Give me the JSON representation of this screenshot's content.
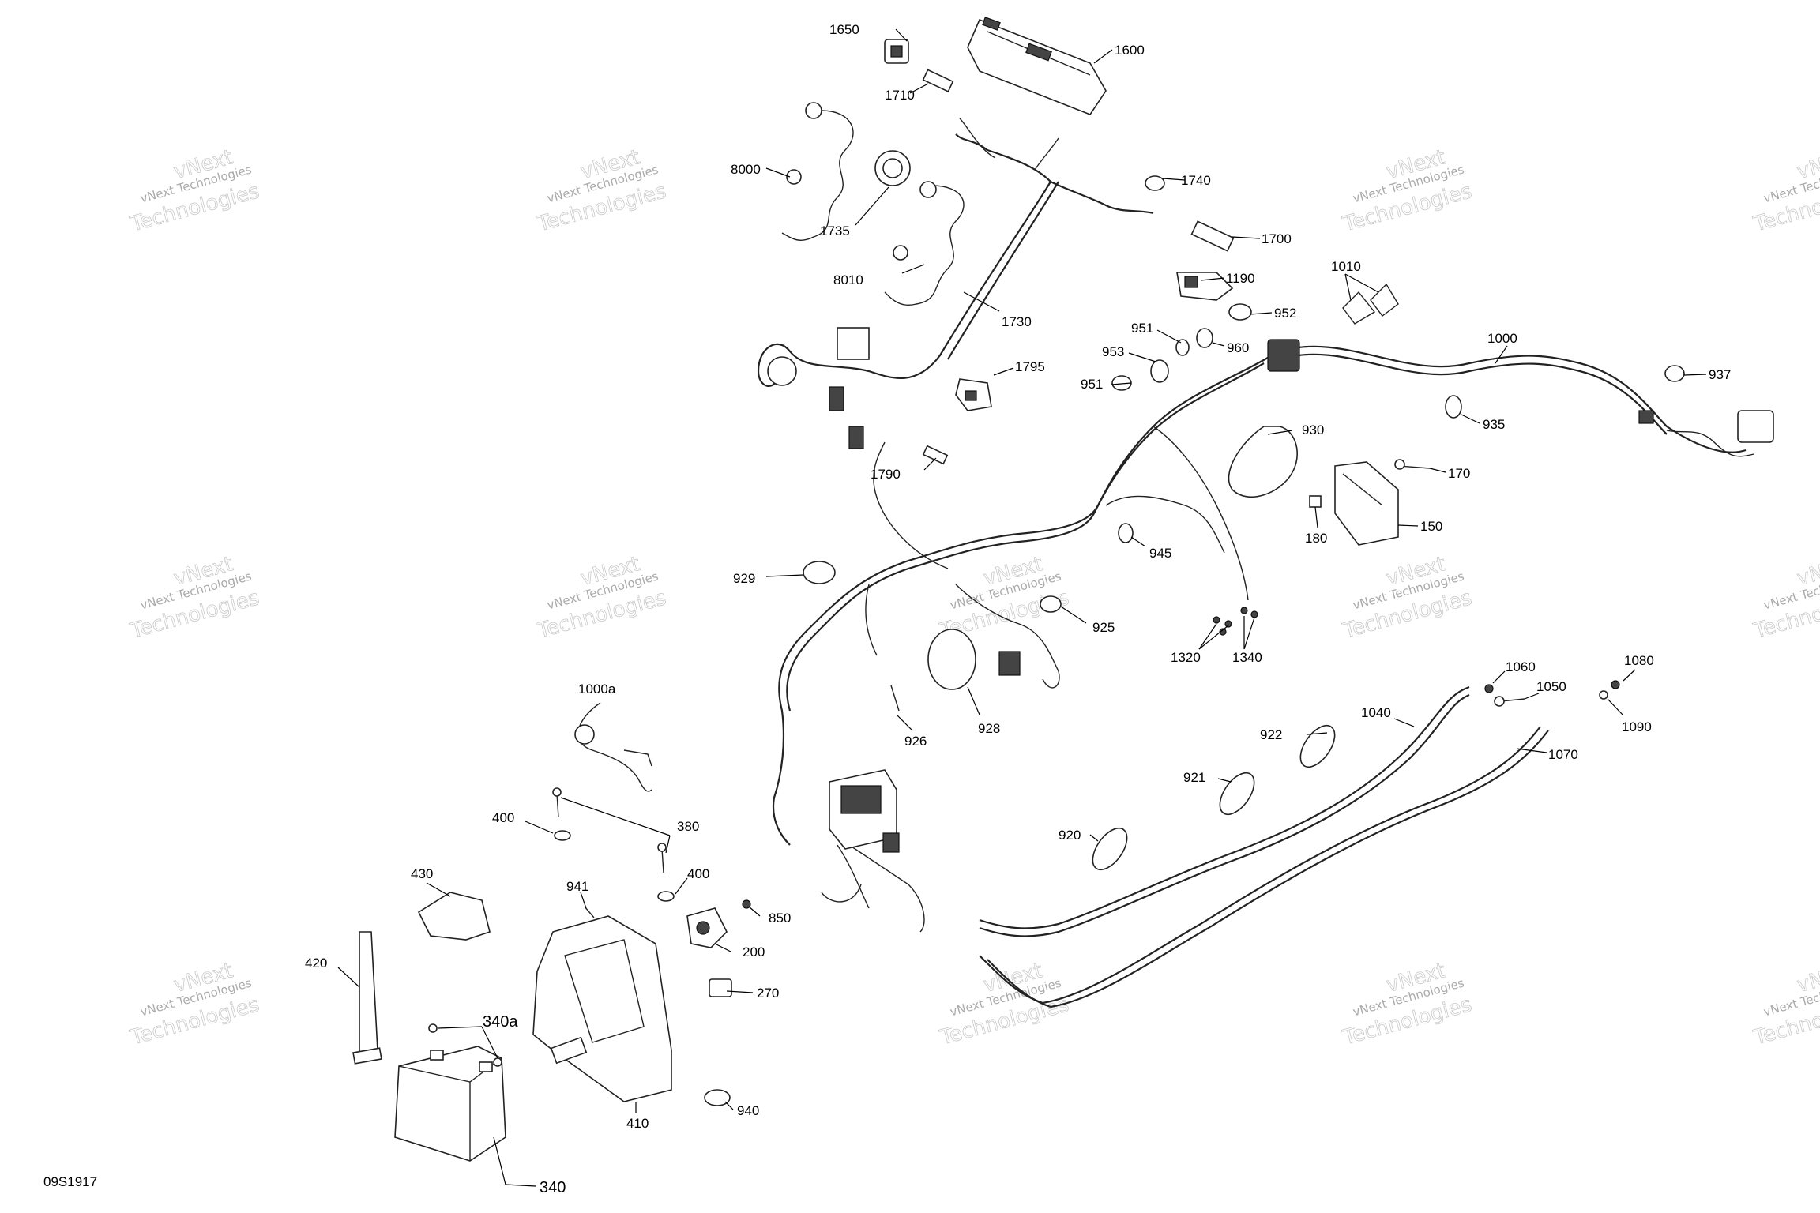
{
  "diagram": {
    "code": "09S1917",
    "watermark": {
      "line1": "vNext Technologies",
      "line2": "vNext",
      "line3": "Technologies"
    },
    "labels": {
      "l1650": "1650",
      "l1600": "1600",
      "l1710": "1710",
      "l8000": "8000",
      "l1735": "1735",
      "l1740": "1740",
      "l1700": "1700",
      "l8010": "8010",
      "l1730": "1730",
      "l1010": "1010",
      "l1190": "1190",
      "l952": "952",
      "l951a": "951",
      "l960": "960",
      "l953": "953",
      "l951b": "951",
      "l1000": "1000",
      "l937": "937",
      "l1795": "1795",
      "l935": "935",
      "l930": "930",
      "l1790": "1790",
      "l170": "170",
      "l180": "180",
      "l150": "150",
      "l945": "945",
      "l929": "929",
      "l925": "925",
      "l1320": "1320",
      "l1340": "1340",
      "l1060": "1060",
      "l1080": "1080",
      "l1050": "1050",
      "l1090": "1090",
      "l1000a": "1000a",
      "l1040": "1040",
      "l926": "926",
      "l928": "928",
      "l922": "922",
      "l1070": "1070",
      "l921": "921",
      "l400a": "400",
      "l380": "380",
      "l920": "920",
      "l430": "430",
      "l941": "941",
      "l400b": "400",
      "l850": "850",
      "l420": "420",
      "l200": "200",
      "l270": "270",
      "l340a": "340a",
      "l410": "410",
      "l940": "940",
      "l340": "340"
    }
  }
}
